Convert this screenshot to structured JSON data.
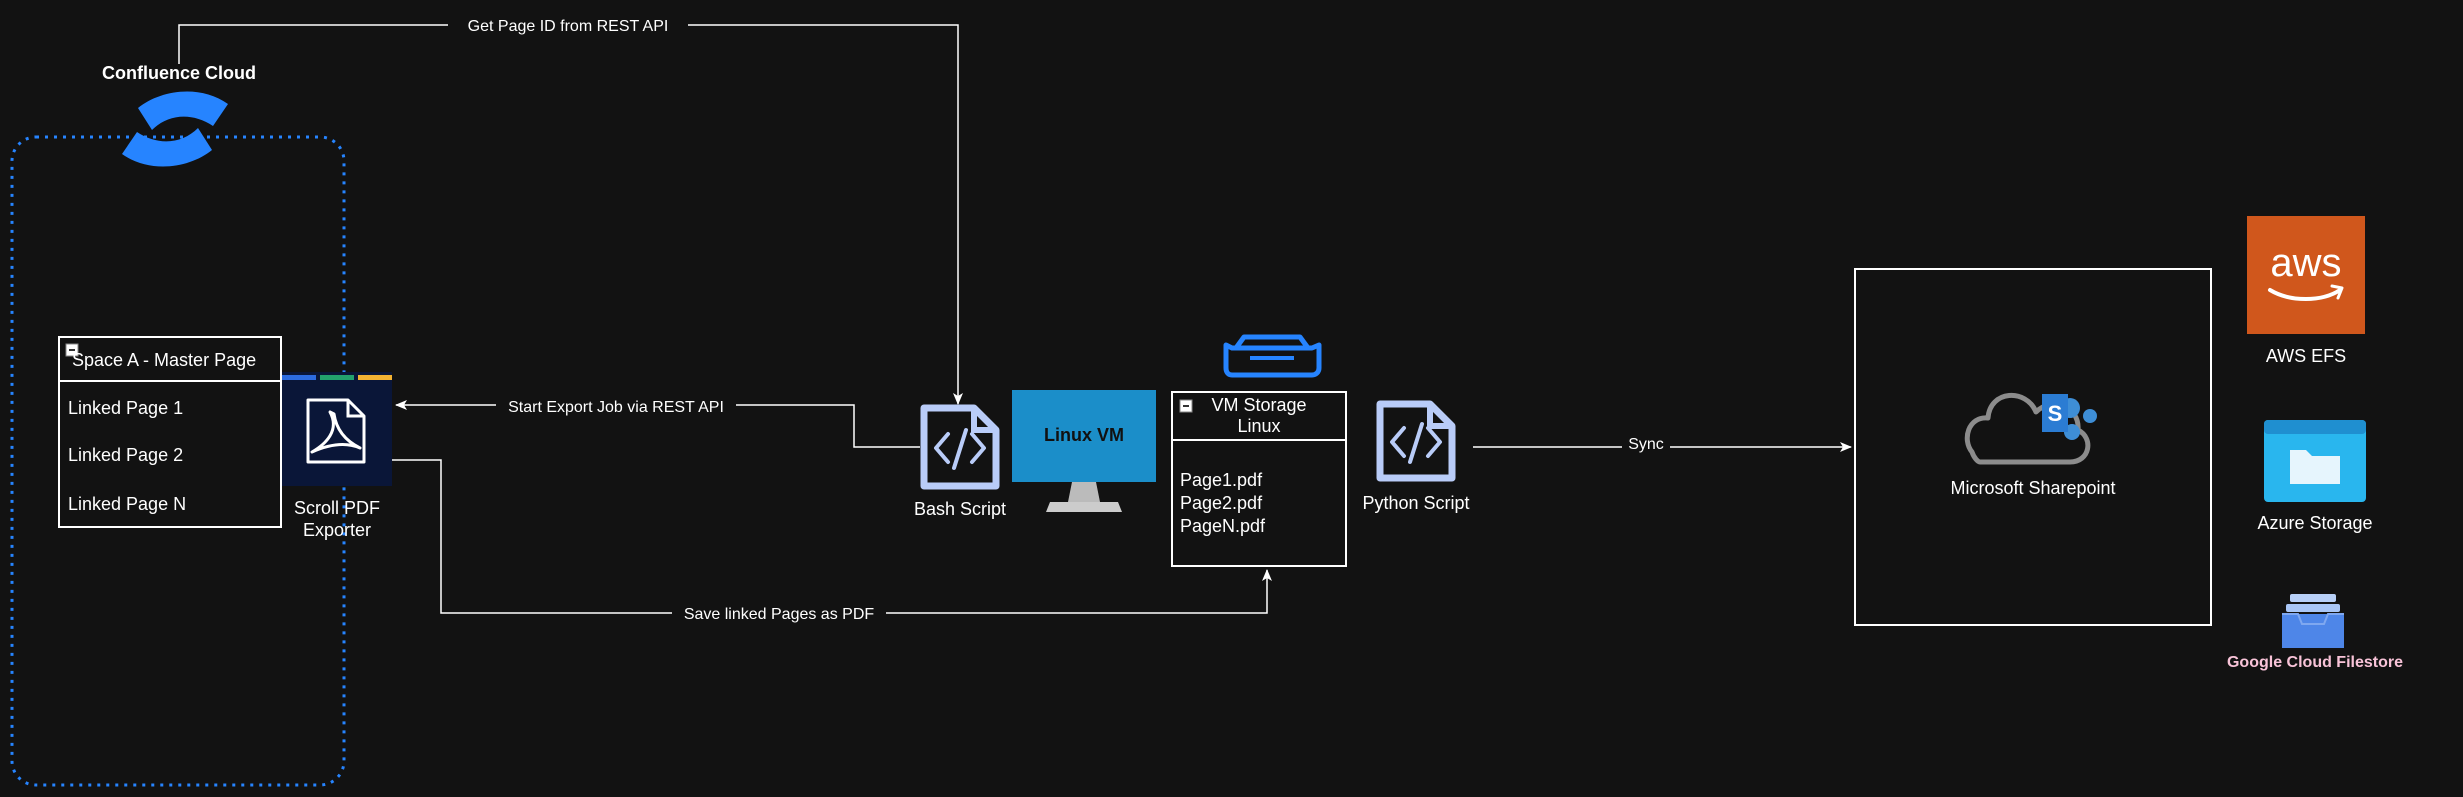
{
  "confluence": {
    "title": "Confluence Cloud",
    "accent": "#2684FF"
  },
  "space": {
    "header": "Space A - Master Page",
    "items": [
      "Linked Page 1",
      "Linked Page 2",
      "Linked Page N"
    ]
  },
  "scroll_pdf": {
    "label_line1": "Scroll PDF",
    "label_line2": "Exporter",
    "stripe_colors": [
      "#2D6CDF",
      "#23A26D",
      "#F2B233"
    ]
  },
  "bash": {
    "label": "Bash Script"
  },
  "linux_vm": {
    "label": "Linux VM",
    "color": "#1B8EC9"
  },
  "vm_storage": {
    "title_line1": "VM Storage",
    "title_line2": "Linux",
    "files": [
      "Page1.pdf",
      "Page2.pdf",
      "PageN.pdf"
    ]
  },
  "python": {
    "label": "Python Script"
  },
  "sharepoint": {
    "label": "Microsoft Sharepoint"
  },
  "aws": {
    "logo_text": "aws",
    "label": "AWS EFS",
    "color": "#D0571C"
  },
  "azure": {
    "label": "Azure Storage"
  },
  "gcp": {
    "label": "Google Cloud Filestore",
    "color": "#F8C3D8"
  },
  "edges": {
    "get_page_id": "Get Page ID from REST API",
    "start_export": "Start Export Job via REST API",
    "save_pdf": "Save linked Pages as PDF",
    "sync": "Sync"
  }
}
